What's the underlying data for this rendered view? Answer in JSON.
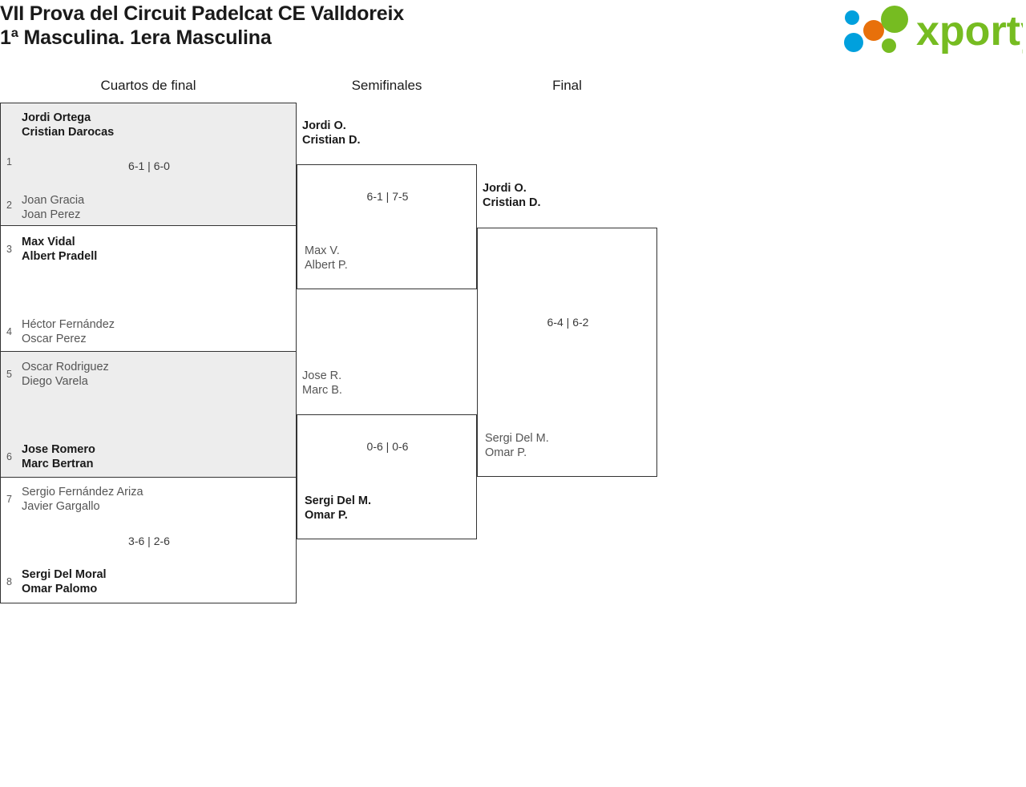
{
  "header": {
    "title_line1": "VII Prova del Circuit Padelcat CE Valldoreix",
    "title_line2": "1ª Masculina. 1era Masculina",
    "logo_text": "xporty",
    "logo_colors": {
      "green": "#76bc21",
      "orange": "#e8700a",
      "blue": "#00a0dd"
    }
  },
  "rounds": [
    {
      "name": "Cuartos de final"
    },
    {
      "name": "Semifinales"
    },
    {
      "name": "Final"
    }
  ],
  "quarterfinals": [
    {
      "shaded": true,
      "score": "6-1 | 6-0",
      "top": {
        "seed": "1",
        "p1": "Jordi Ortega",
        "p2": "Cristian Darocas",
        "winner": true
      },
      "bottom": {
        "seed": "2",
        "p1": "Joan Gracia",
        "p2": "Joan Perez",
        "winner": false
      }
    },
    {
      "shaded": false,
      "score": "",
      "top": {
        "seed": "3",
        "p1": "Max Vidal",
        "p2": "Albert Pradell",
        "winner": true
      },
      "bottom": {
        "seed": "4",
        "p1": "Héctor Fernández",
        "p2": "Oscar Perez",
        "winner": false
      }
    },
    {
      "shaded": true,
      "score": "",
      "top": {
        "seed": "5",
        "p1": "Oscar Rodriguez",
        "p2": "Diego Varela",
        "winner": false
      },
      "bottom": {
        "seed": "6",
        "p1": "Jose Romero",
        "p2": "Marc Bertran",
        "winner": true
      }
    },
    {
      "shaded": false,
      "score": "3-6 | 2-6",
      "top": {
        "seed": "7",
        "p1": "Sergio Fernández Ariza",
        "p2": "Javier Gargallo",
        "winner": false
      },
      "bottom": {
        "seed": "8",
        "p1": "Sergi Del Moral",
        "p2": "Omar Palomo",
        "winner": true
      }
    }
  ],
  "semifinals": [
    {
      "score": "6-1 | 7-5",
      "top": {
        "p1": "Jordi O.",
        "p2": "Cristian D.",
        "winner": true
      },
      "bottom": {
        "p1": "Max V.",
        "p2": "Albert P.",
        "winner": false
      }
    },
    {
      "score": "0-6 | 0-6",
      "top": {
        "p1": "Jose R.",
        "p2": "Marc B.",
        "winner": false
      },
      "bottom": {
        "p1": "Sergi Del M.",
        "p2": "Omar P.",
        "winner": true
      }
    }
  ],
  "final": {
    "score": "6-4 | 6-2",
    "top": {
      "p1": "Jordi O.",
      "p2": "Cristian D.",
      "winner": true
    },
    "bottom": {
      "p1": "Sergi Del M.",
      "p2": "Omar P.",
      "winner": false
    }
  }
}
